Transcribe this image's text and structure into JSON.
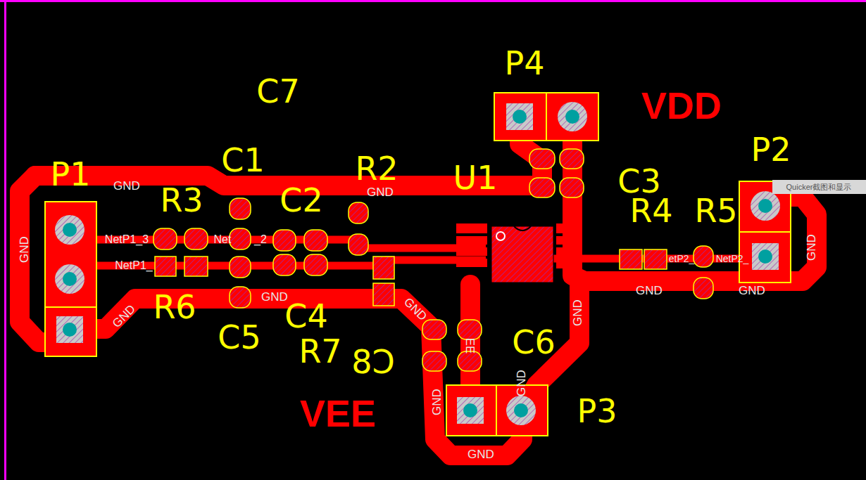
{
  "diagram": {
    "labels": [
      "C7",
      "P4",
      "VDD",
      "C1",
      "R2",
      "U1",
      "C3",
      "P2",
      "P1",
      "GND",
      "GND",
      "R3",
      "C2",
      "R4",
      "R5",
      "Quicker截图和显示",
      "NetP1_3",
      "Net",
      "_2",
      "GND",
      "GND",
      "NetP1_",
      "etP2_",
      "NetP2_",
      "GND",
      "GND",
      "GND",
      "R6",
      "GND",
      "GND",
      "C4",
      "GND",
      "C5",
      "C6",
      "EE",
      "R7",
      "C8",
      "GND",
      "GND",
      "VEE",
      "P3",
      "GND"
    ]
  }
}
